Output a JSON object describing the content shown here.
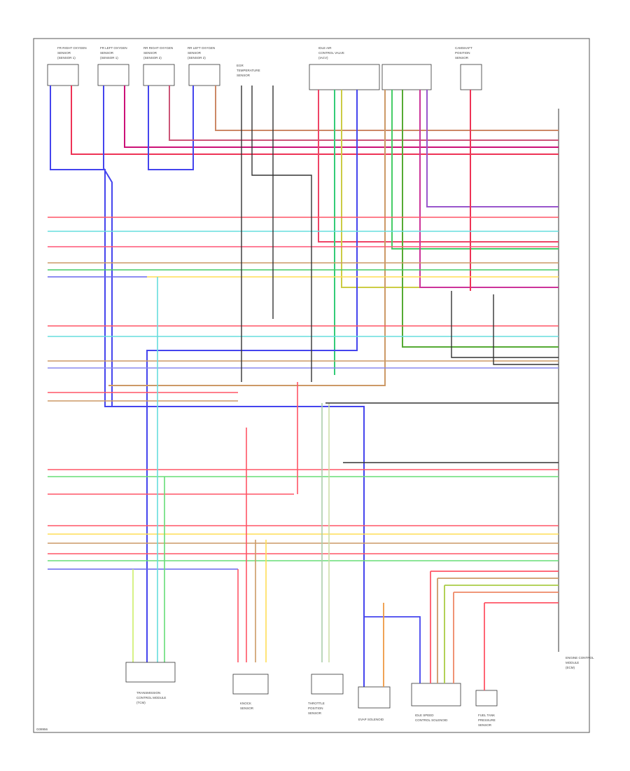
{
  "diagram": {
    "footer_code": "G08956",
    "components": {
      "sensor1": [
        "FR RIGHT OXYGEN",
        "SENSOR",
        "(SENSOR 1)"
      ],
      "sensor2": [
        "FR LEFT OXYGEN",
        "SENSOR",
        "(SENSOR 1)"
      ],
      "sensor3": [
        "RR RIGHT OXYGEN",
        "SENSOR",
        "(SENSOR 2)"
      ],
      "sensor4": [
        "RR LEFT OXYGEN",
        "SENSOR",
        "(SENSOR 2)"
      ],
      "egr": [
        "EGR",
        "TEMPERATURE",
        "SENSOR"
      ],
      "idle_air": [
        "IDLE AIR",
        "CONTROL VALVE",
        "(IACV)"
      ],
      "crank_cmp": [
        "CAMSHAFT",
        "POSITION",
        "SENSOR"
      ],
      "ecm": [
        "ENGINE CONTROL",
        "MODULE",
        "(ECM)"
      ],
      "trans": [
        "TRANSMISSION",
        "CONTROL MODULE",
        "(TCM)"
      ],
      "knock": [
        "KNOCK",
        "SENSOR"
      ],
      "throttle": [
        "THROTTLE",
        "POSITION",
        "SENSOR"
      ],
      "evap": [
        "EVAP SOLENOID"
      ],
      "idle2": [
        "IDLE SPEED",
        "CONTROL SOLENOID"
      ],
      "tank": [
        "FUEL TANK",
        "PRESSURE",
        "SENSOR"
      ]
    }
  }
}
